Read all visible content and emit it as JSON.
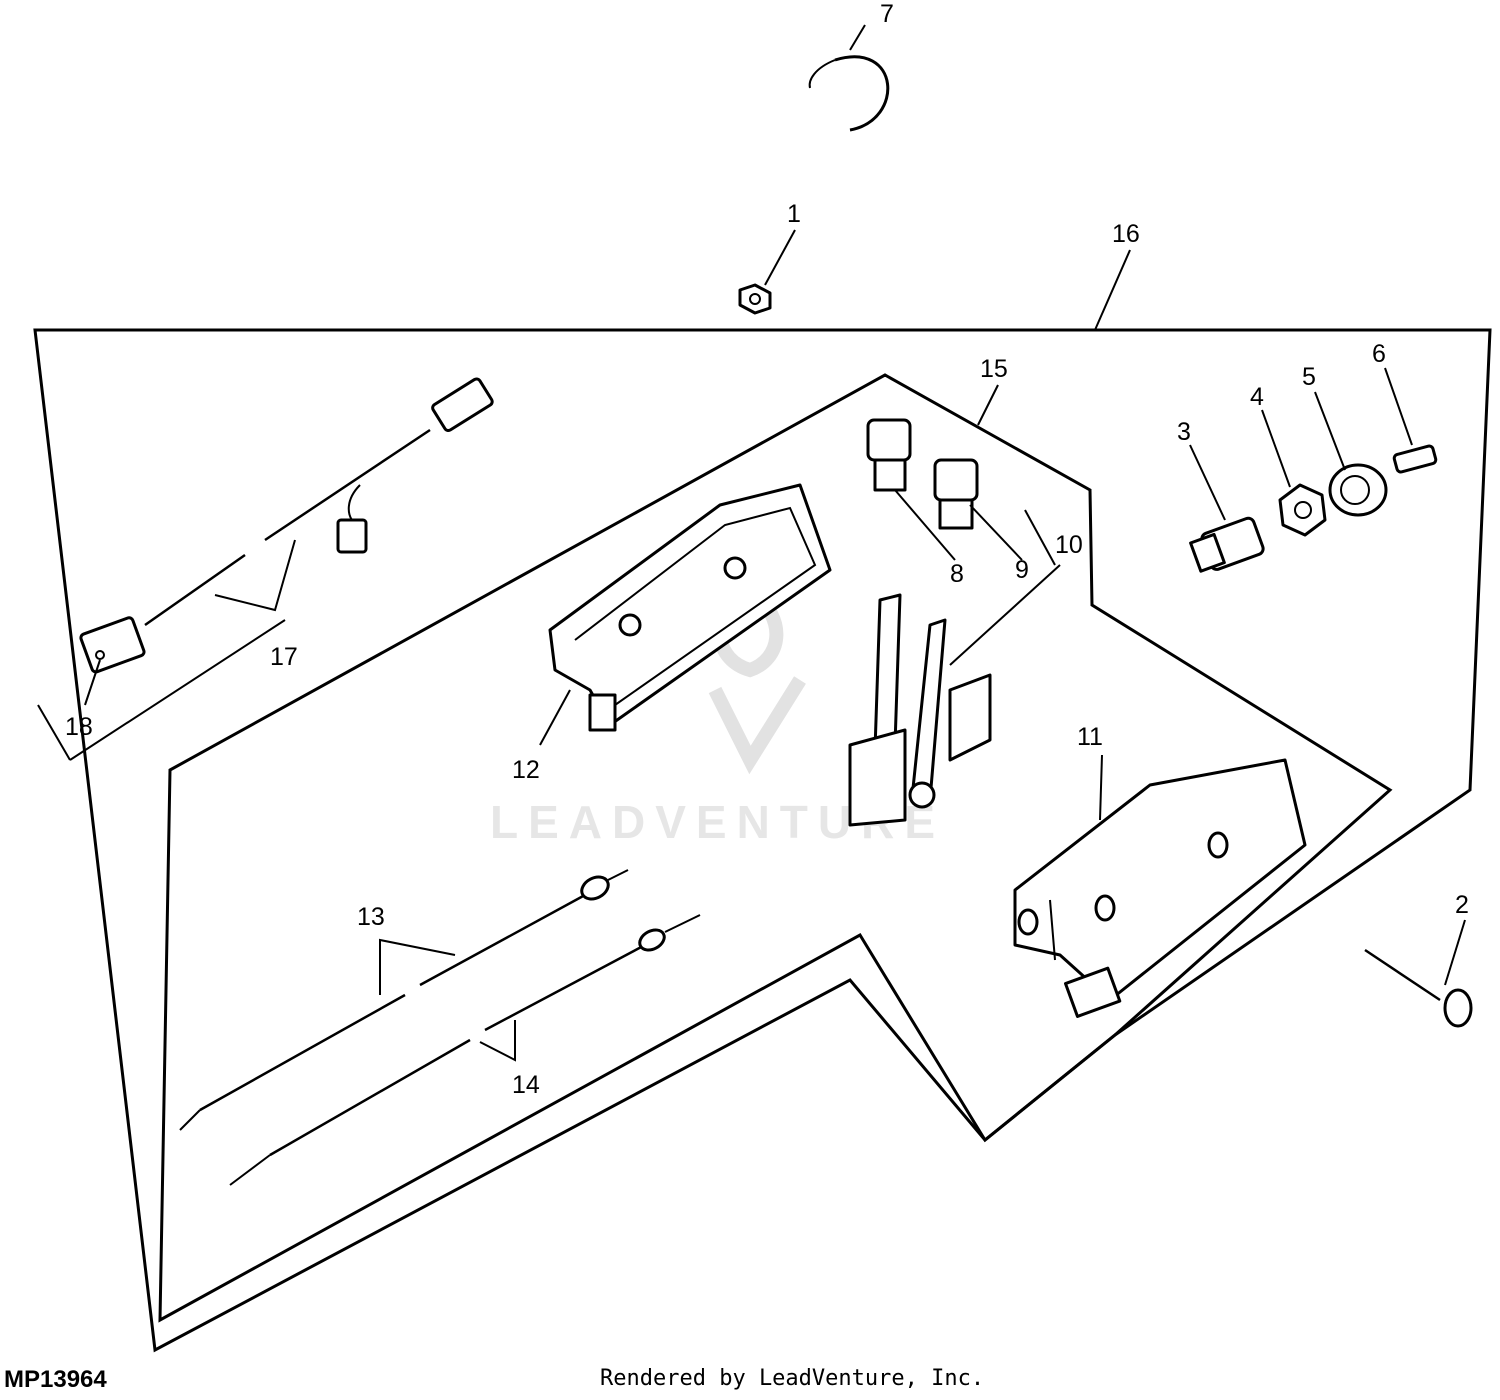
{
  "figure_id": "MP13964",
  "render_credit": "Rendered by LeadVenture, Inc.",
  "watermark": {
    "text": "LEADVENTURE",
    "logo_name": "leadventure-logo"
  },
  "callouts": [
    "1",
    "2",
    "3",
    "4",
    "5",
    "6",
    "7",
    "8",
    "9",
    "10",
    "11",
    "12",
    "13",
    "14",
    "15",
    "16",
    "17",
    "18"
  ]
}
